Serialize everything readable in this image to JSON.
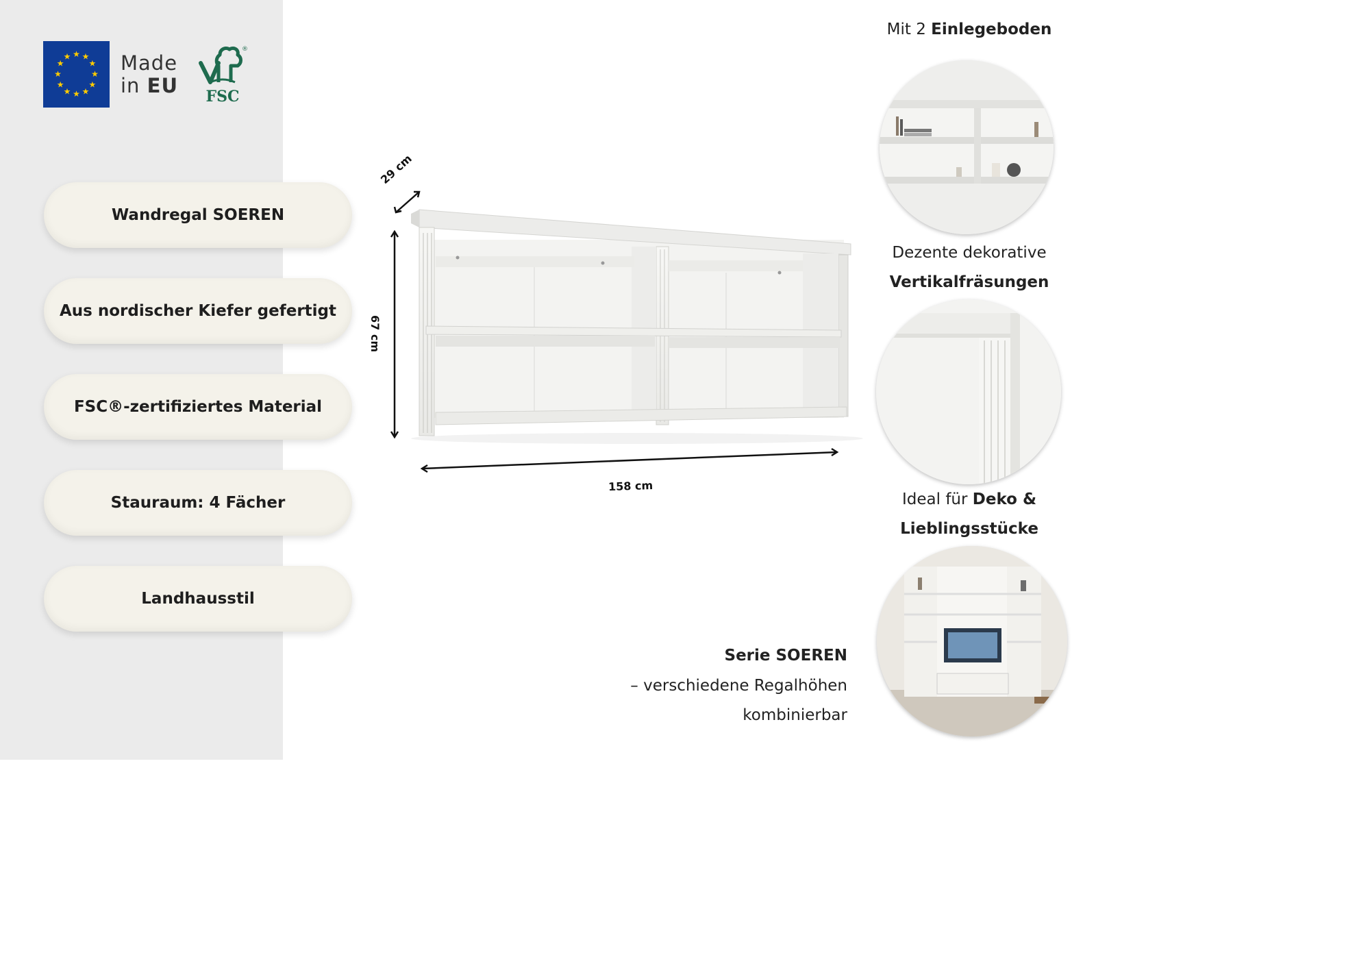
{
  "badges": {
    "made_line1": "Made",
    "made_line2_prefix": "in ",
    "made_line2_bold": "EU",
    "fsc_label": "FSC",
    "fsc_registered": "®"
  },
  "features": [
    "Wandregal SOEREN",
    "Aus nordischer Kiefer gefertigt",
    "FSC®-zertifiziertes Material",
    "Stauraum: 4 Fächer",
    "Landhausstil"
  ],
  "dimensions": {
    "depth": "29 cm",
    "height": "67 cm",
    "width": "158 cm"
  },
  "details": {
    "cap1_prefix": "Mit 2 ",
    "cap1_bold": "Einlegeboden",
    "cap2_line1": "Dezente dekorative",
    "cap2_line2": "Vertikalfräsungen",
    "cap3_prefix": "Ideal für ",
    "cap3_bold1": "Deko &",
    "cap3_bold2": "Lieblingsstücke"
  },
  "serie": {
    "title": "Serie SOEREN",
    "line1": "– verschiedene Regalhöhen",
    "line2": "kombinierbar"
  },
  "colors": {
    "eu_blue": "#0f3c96",
    "eu_star": "#ffcc00",
    "fsc_green": "#1e6b4e",
    "pill_bg": "#f4f2ea",
    "left_panel": "#ebebeb"
  }
}
